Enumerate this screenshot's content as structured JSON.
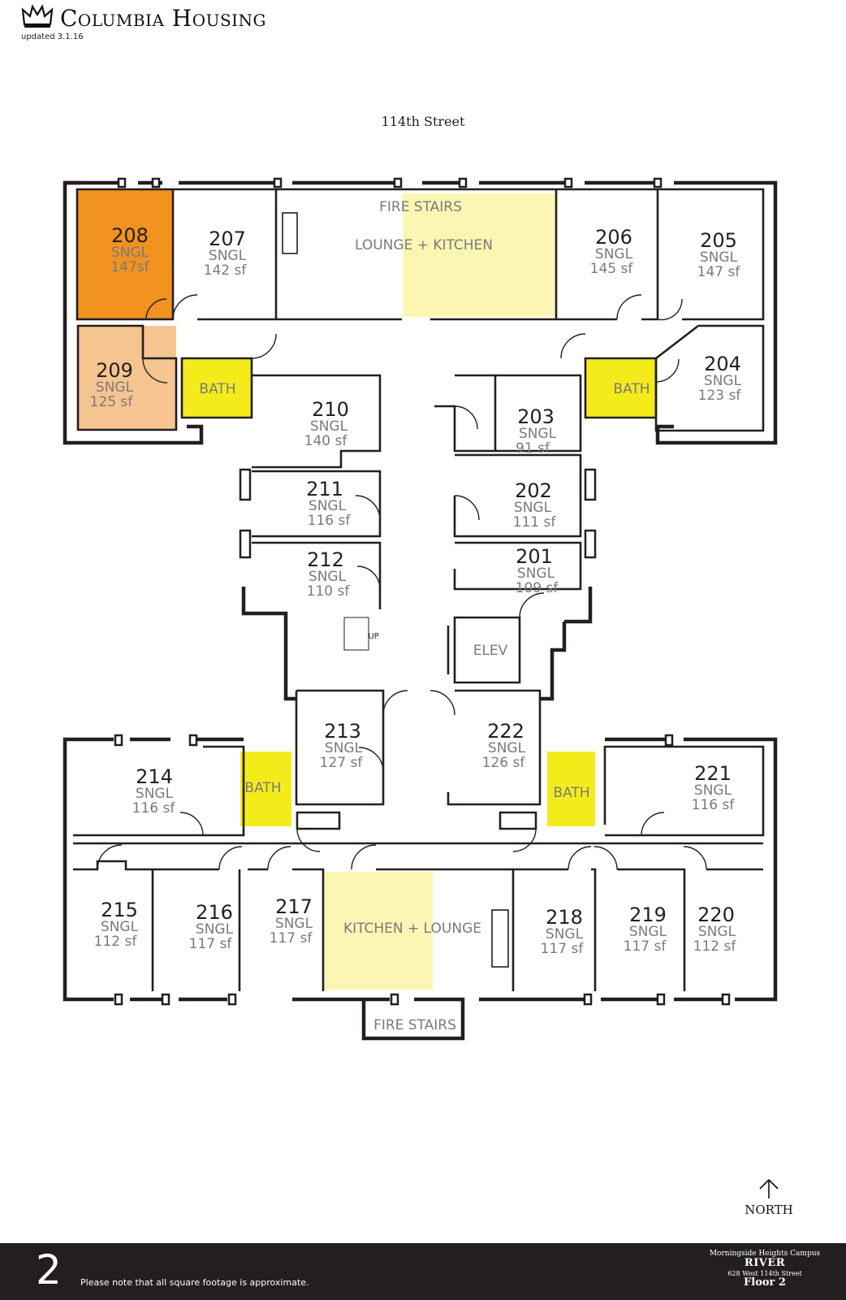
{
  "header": {
    "brand": "Columbia Housing",
    "updated": "updated 3.1.16"
  },
  "street": "114th Street",
  "colors": {
    "wall": "#231f20",
    "room_text": "#231f20",
    "label_text": "#7a7a7a",
    "selected_room": "#f2921f",
    "highlight_room": "#f6c491",
    "bath": "#f4ec1a",
    "lounge": "#fbf6b4"
  },
  "rooms": [
    {
      "number": "208",
      "type": "SNGL",
      "area": "147sf"
    },
    {
      "number": "207",
      "type": "SNGL",
      "area": "142 sf"
    },
    {
      "number": "206",
      "type": "SNGL",
      "area": "145 sf"
    },
    {
      "number": "205",
      "type": "SNGL",
      "area": "147 sf"
    },
    {
      "number": "209",
      "type": "SNGL",
      "area": "125 sf"
    },
    {
      "number": "204",
      "type": "SNGL",
      "area": "123 sf"
    },
    {
      "number": "210",
      "type": "SNGL",
      "area": "140 sf"
    },
    {
      "number": "203",
      "type": "SNGL",
      "area": "91 sf"
    },
    {
      "number": "211",
      "type": "SNGL",
      "area": "116 sf"
    },
    {
      "number": "202",
      "type": "SNGL",
      "area": "111 sf"
    },
    {
      "number": "212",
      "type": "SNGL",
      "area": "110 sf"
    },
    {
      "number": "201",
      "type": "SNGL",
      "area": "109 sf"
    },
    {
      "number": "213",
      "type": "SNGL",
      "area": "127 sf"
    },
    {
      "number": "222",
      "type": "SNGL",
      "area": "126 sf"
    },
    {
      "number": "214",
      "type": "SNGL",
      "area": "116 sf"
    },
    {
      "number": "221",
      "type": "SNGL",
      "area": "116 sf"
    },
    {
      "number": "215",
      "type": "SNGL",
      "area": "112 sf"
    },
    {
      "number": "216",
      "type": "SNGL",
      "area": "117 sf"
    },
    {
      "number": "217",
      "type": "SNGL",
      "area": "117 sf"
    },
    {
      "number": "218",
      "type": "SNGL",
      "area": "117 sf"
    },
    {
      "number": "219",
      "type": "SNGL",
      "area": "117 sf"
    },
    {
      "number": "220",
      "type": "SNGL",
      "area": "112 sf"
    }
  ],
  "spaces": {
    "fire_stairs_top": "FIRE STAIRS",
    "lounge_kitchen": "LOUNGE + KITCHEN",
    "bath": "BATH",
    "elev": "ELEV",
    "up": "UP",
    "kitchen_lounge": "KITCHEN + LOUNGE",
    "fire_stairs_bottom": "FIRE STAIRS"
  },
  "north": "NORTH",
  "footer": {
    "floor_number": "2",
    "note": "Please note that all square footage is approximate.",
    "campus": "Morningside Heights Campus",
    "building": "RIVER",
    "address": "628 West 114th Street",
    "floor": "Floor 2"
  }
}
